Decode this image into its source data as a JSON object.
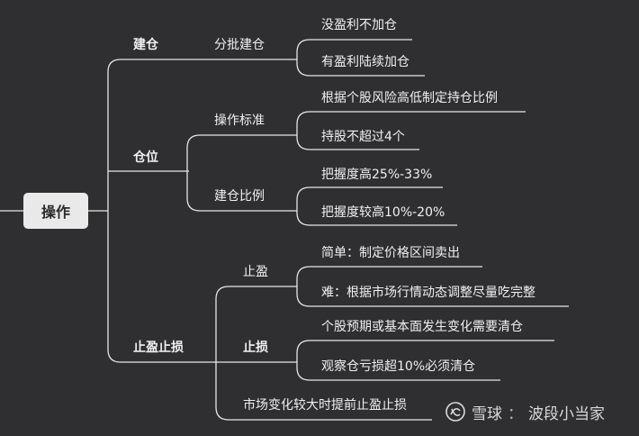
{
  "root": {
    "label": "操作"
  },
  "branches": {
    "jiancang": {
      "label": "建仓",
      "child": "分批建仓",
      "leaves": [
        "没盈利不加仓",
        "有盈利陆续加仓"
      ]
    },
    "cangwei": {
      "label": "仓位",
      "standard": {
        "label": "操作标准",
        "leaves": [
          "根据个股风险高低制定持仓比例",
          "持股不超过4个"
        ]
      },
      "ratio": {
        "label": "建仓比例",
        "leaves": [
          "把握度高25%-33%",
          "把握度较高10%-20%"
        ]
      }
    },
    "stop": {
      "label": "止盈止损",
      "profit": {
        "label": "止盈",
        "leaves": [
          "简单：制定价格区间卖出",
          "难：根据市场行情动态调整尽量吃完整"
        ]
      },
      "loss": {
        "label": "止损",
        "leaves": [
          "个股预期或基本面发生变化需要清仓",
          "观察仓亏损超10%必须清仓"
        ]
      },
      "advance": "市场变化较大时提前止盈止损"
    }
  },
  "watermark": {
    "site": "雪球",
    "separator": "：",
    "author": "波段小当家"
  }
}
